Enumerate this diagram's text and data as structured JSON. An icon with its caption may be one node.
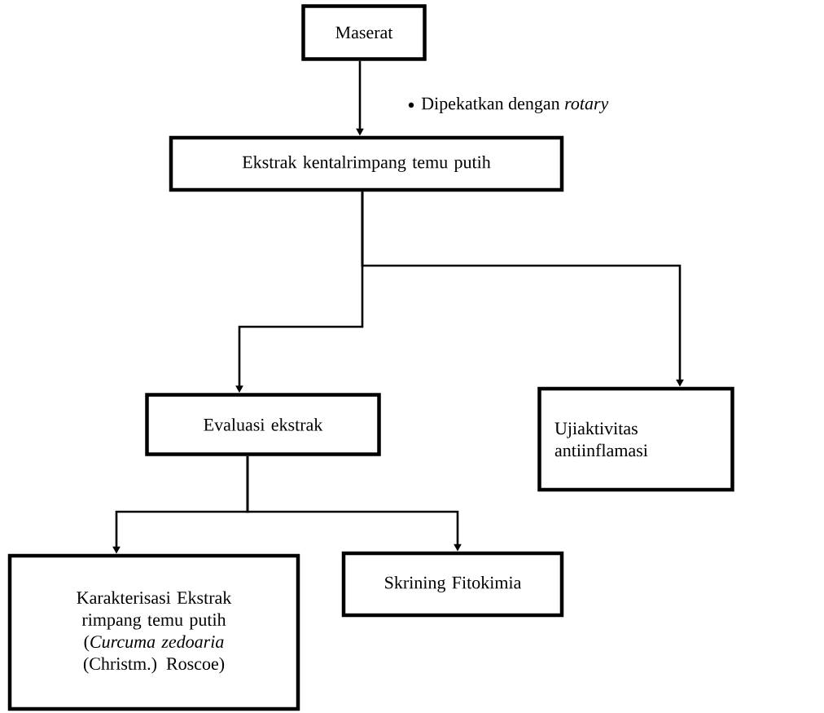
{
  "diagram": {
    "nodes": [
      {
        "text": [
          "Maserat"
        ]
      },
      {
        "text": [
          "Ekstrak kentalrimpang temu putih"
        ]
      },
      {
        "text": [
          "Evaluasi ekstrak"
        ]
      },
      {
        "text": [
          "Ujiaktivitas antiinflamasi"
        ]
      },
      {
        "text": [
          "Karakterisasi Ekstrak rimpang temu putih (*Curcuma zedoaria* (Christm.) Roscoe)"
        ]
      },
      {
        "text": [
          "Skrining Fitokimia"
        ]
      }
    ],
    "edges": [
      {
        "from": 0,
        "to": 1,
        "arrow": "to"
      },
      {
        "from": 1,
        "to": 2,
        "arrow": "to"
      },
      {
        "from": 1,
        "to": 3,
        "arrow": "to"
      },
      {
        "from": 2,
        "to": 4,
        "arrow": "to"
      },
      {
        "from": 2,
        "to": 5,
        "arrow": "to"
      }
    ],
    "labels": [
      "Dipekatkan dengan *rotary*"
    ]
  }
}
